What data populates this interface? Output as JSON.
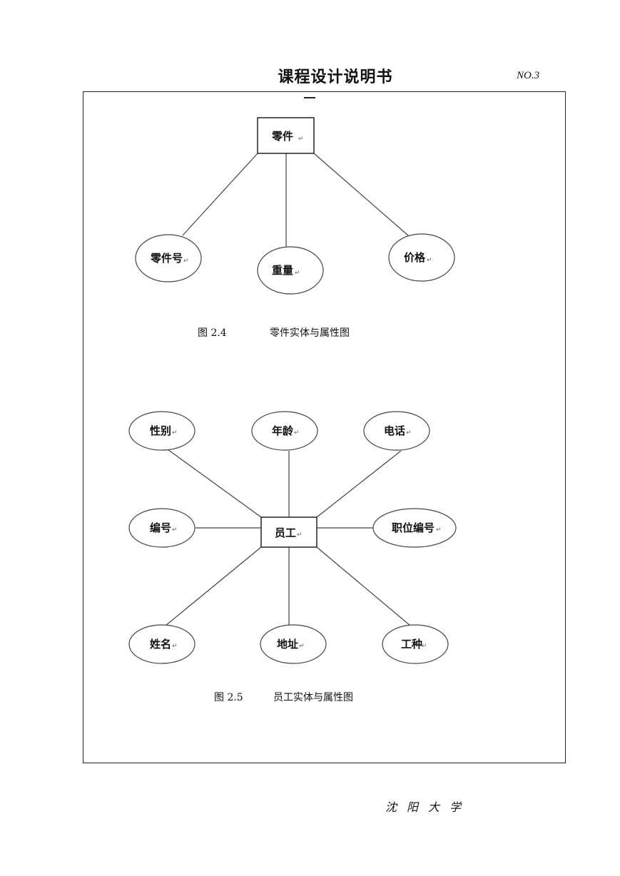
{
  "header": {
    "title": "课程设计说明书",
    "page_no": "NO.3"
  },
  "figure_24": {
    "entity": "零件",
    "attributes": [
      "零件号",
      "重量",
      "价格"
    ],
    "caption_num": "图 2.4",
    "caption_text": "零件实体与属性图"
  },
  "figure_25": {
    "entity": "员工",
    "attributes": [
      "性别",
      "年龄",
      "电话",
      "编号",
      "职位编号",
      "姓名",
      "地址",
      "工种"
    ],
    "caption_num": "图 2.5",
    "caption_text": "员工实体与属性图"
  },
  "footer": {
    "university": "沈阳大学"
  },
  "return_mark": "↵"
}
